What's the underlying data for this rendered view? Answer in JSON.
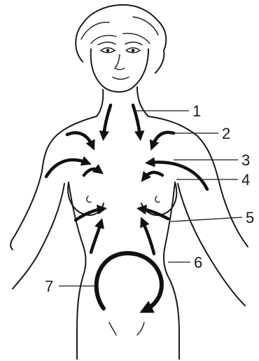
{
  "labels": {
    "n1": "1",
    "n2": "2",
    "n3": "3",
    "n4": "4",
    "n5": "5",
    "n6": "6",
    "n7": "7"
  },
  "colors": {
    "ink": "#111111",
    "background": "#ffffff"
  }
}
